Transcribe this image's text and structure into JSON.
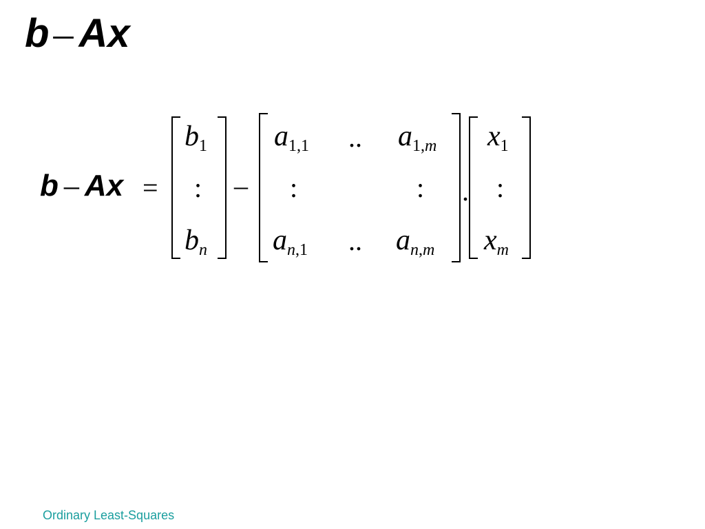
{
  "slide": {
    "title": {
      "b": "b",
      "minus": "–",
      "A": "A",
      "x": "x"
    },
    "footer": "Ordinary Least-Squares"
  },
  "equation": {
    "lhs": {
      "b": "b",
      "minus": "–",
      "Ax": "Ax"
    },
    "equals": "=",
    "minus": "–",
    "dot": ".",
    "vector_b": {
      "top": {
        "base": "b",
        "sub": "1"
      },
      "mid": ":",
      "bot": {
        "base": "b",
        "sub": "n"
      }
    },
    "matrix_A": {
      "r1c1": {
        "base": "a",
        "sub": "1,1"
      },
      "r1c2": "..",
      "r1c3": {
        "base": "a",
        "sub": "1,m"
      },
      "r2c1": ":",
      "r2c3": ":",
      "r3c1": {
        "base": "a",
        "sub": "n,1"
      },
      "r3c2": "..",
      "r3c3": {
        "base": "a",
        "sub": "n,m"
      }
    },
    "vector_x": {
      "top": {
        "base": "x",
        "sub": "1"
      },
      "mid": ":",
      "bot": {
        "base": "x",
        "sub": "m"
      }
    }
  }
}
